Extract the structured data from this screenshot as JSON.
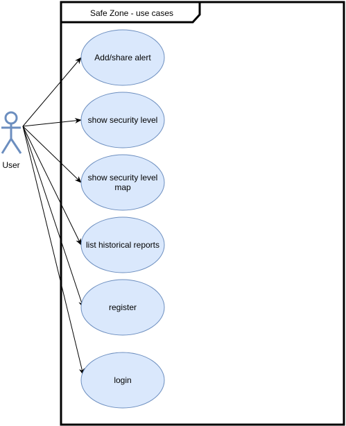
{
  "diagram": {
    "frame_title": "Safe Zone - use cases",
    "actor": {
      "label": "User",
      "color": "#6c8ebf"
    },
    "use_cases": [
      {
        "id": "add-share-alert",
        "lines": [
          "Add/share alert"
        ]
      },
      {
        "id": "show-security-level",
        "lines": [
          "show security level"
        ]
      },
      {
        "id": "show-security-level-map",
        "lines": [
          "show security level",
          "map"
        ]
      },
      {
        "id": "list-historical-reports",
        "lines": [
          "list historical reports"
        ]
      },
      {
        "id": "register",
        "lines": [
          "register"
        ]
      },
      {
        "id": "login",
        "lines": [
          "login"
        ]
      }
    ],
    "colors": {
      "use_case_fill": "#dae8fc",
      "use_case_stroke": "#6c8ebf",
      "frame_stroke": "#000000",
      "edge_stroke": "#000000"
    }
  }
}
